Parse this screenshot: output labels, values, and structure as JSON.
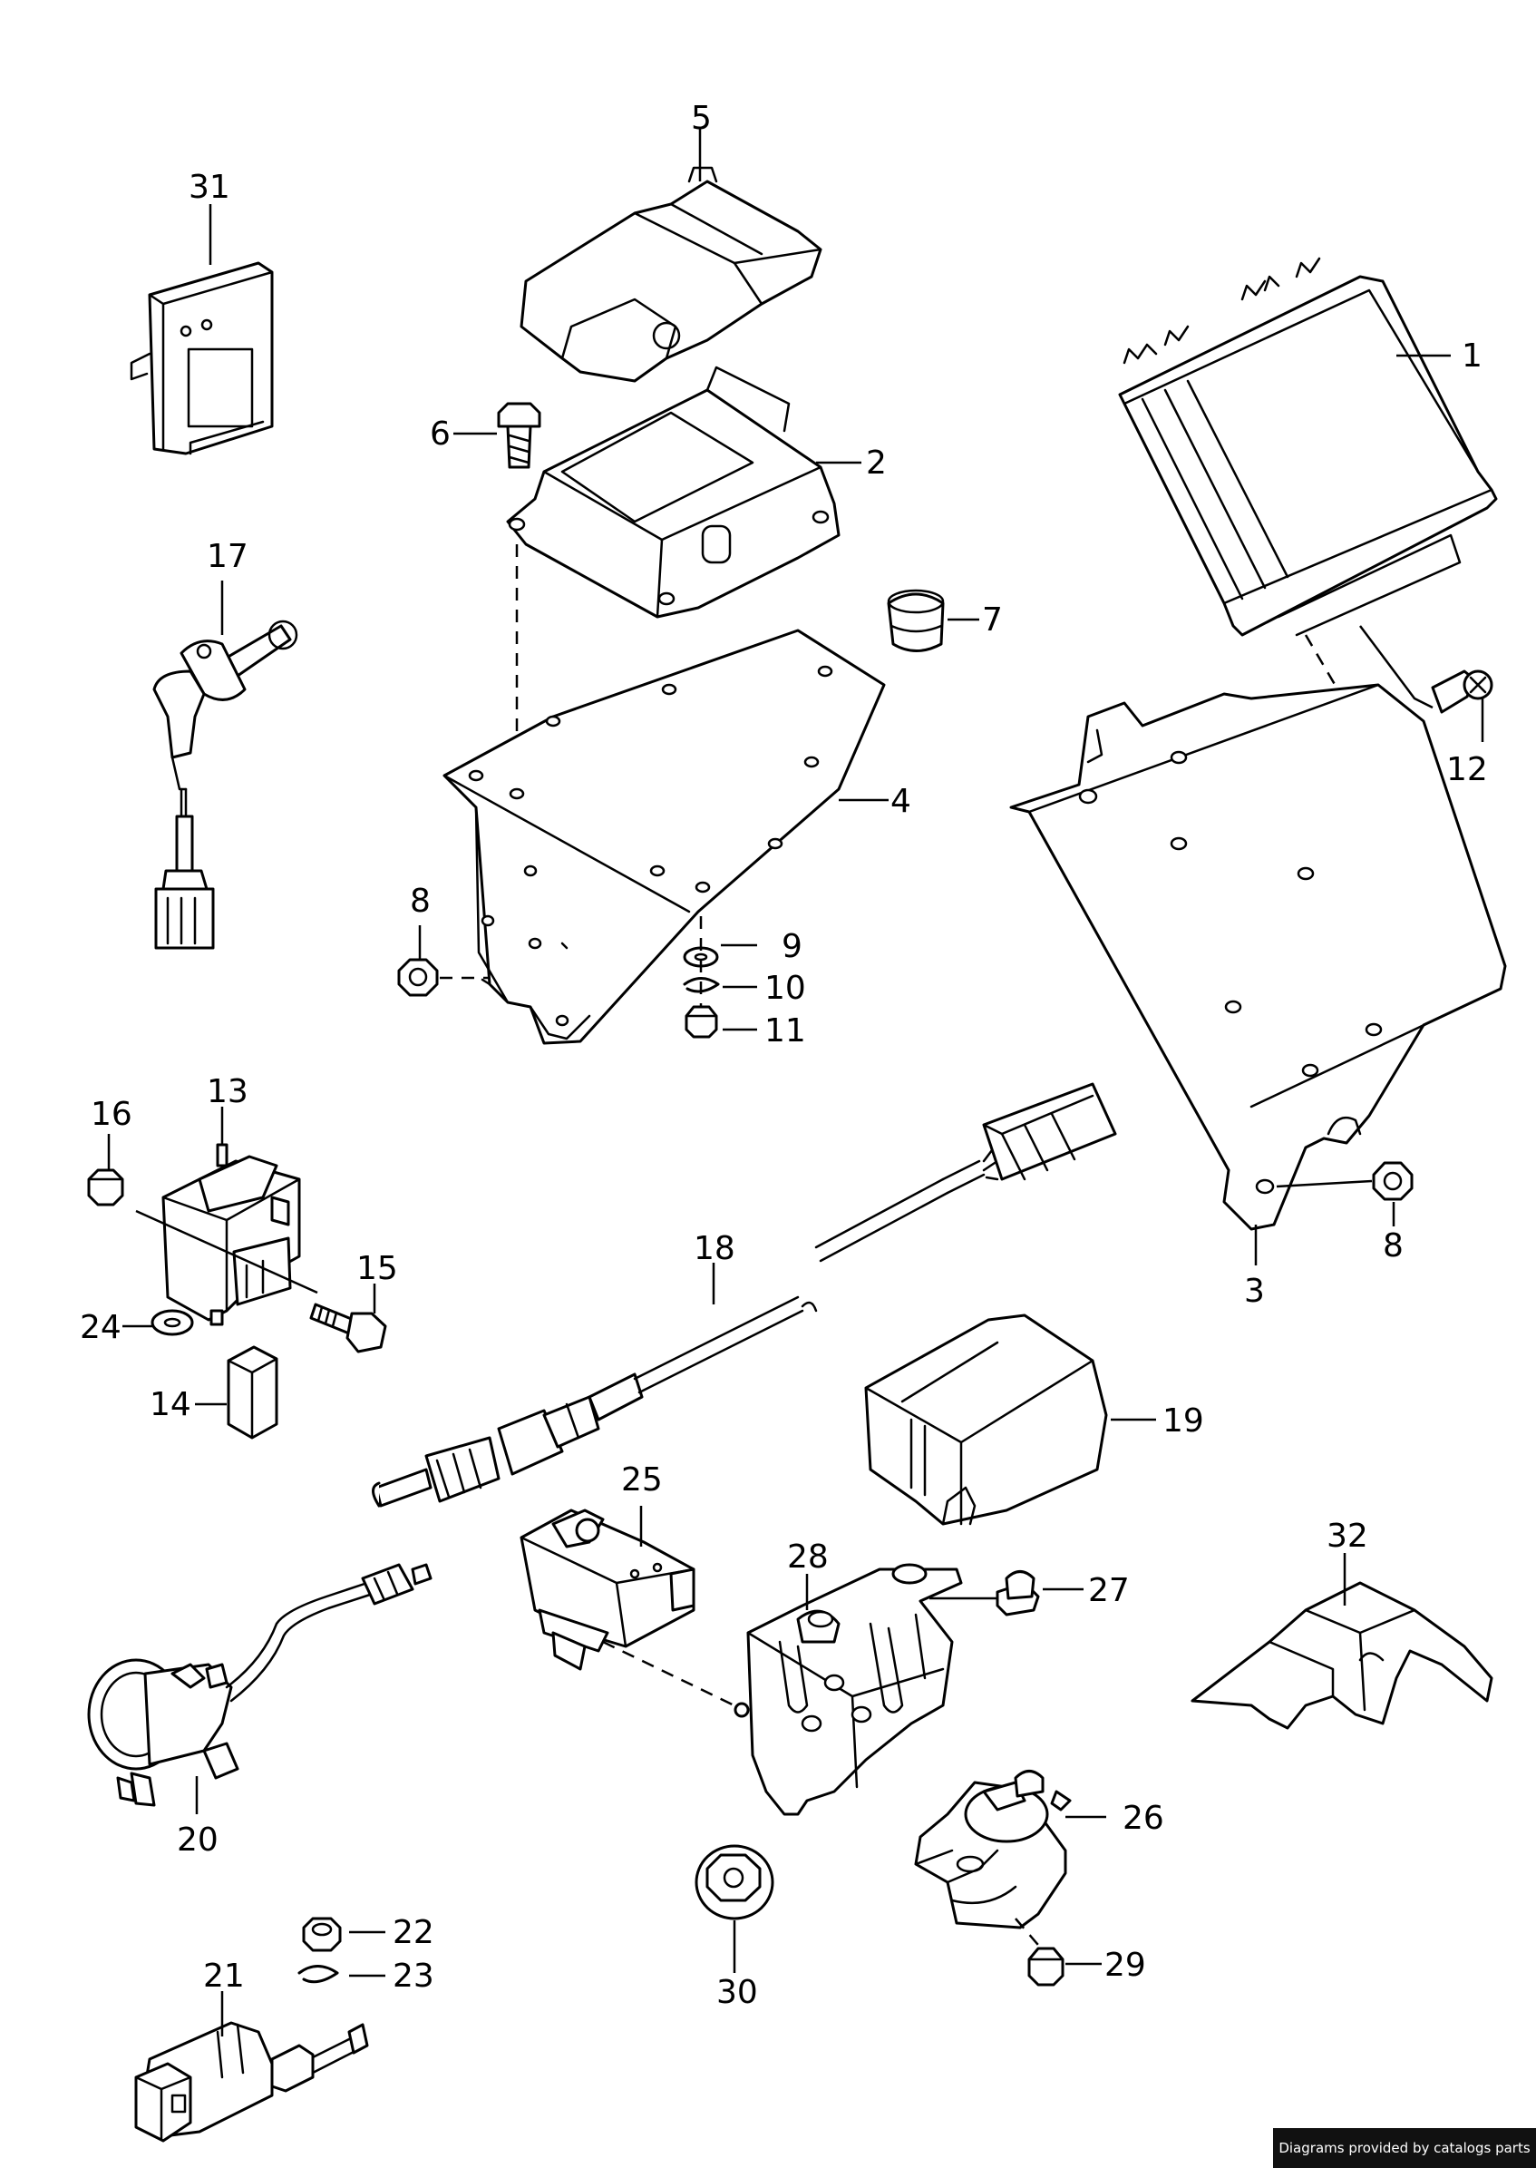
{
  "credit": "Diagrams provided by catalogs parts",
  "callouts": [
    "1",
    "2",
    "3",
    "4",
    "5",
    "6",
    "7",
    "8",
    "8",
    "9",
    "10",
    "11",
    "12",
    "13",
    "14",
    "15",
    "16",
    "17",
    "18",
    "19",
    "20",
    "21",
    "22",
    "23",
    "24",
    "25",
    "26",
    "27",
    "28",
    "29",
    "30",
    "31",
    "32"
  ]
}
